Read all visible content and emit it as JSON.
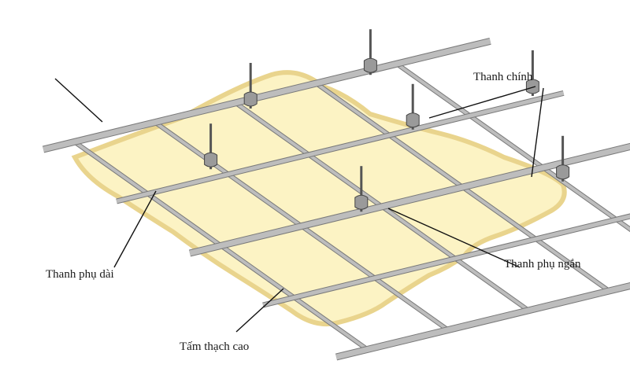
{
  "labels": {
    "main_runner": "Thanh chính",
    "long_tee": "Thanh phụ dài",
    "short_tee": "Thanh phụ ngắn",
    "board": "Tấm thạch cao"
  },
  "colors": {
    "board_fill": "#fcf3c4",
    "board_edge": "#e9d48d",
    "metal": "#bdbdbd",
    "metal_dark": "#7a7a7a",
    "leader": "#111111"
  }
}
